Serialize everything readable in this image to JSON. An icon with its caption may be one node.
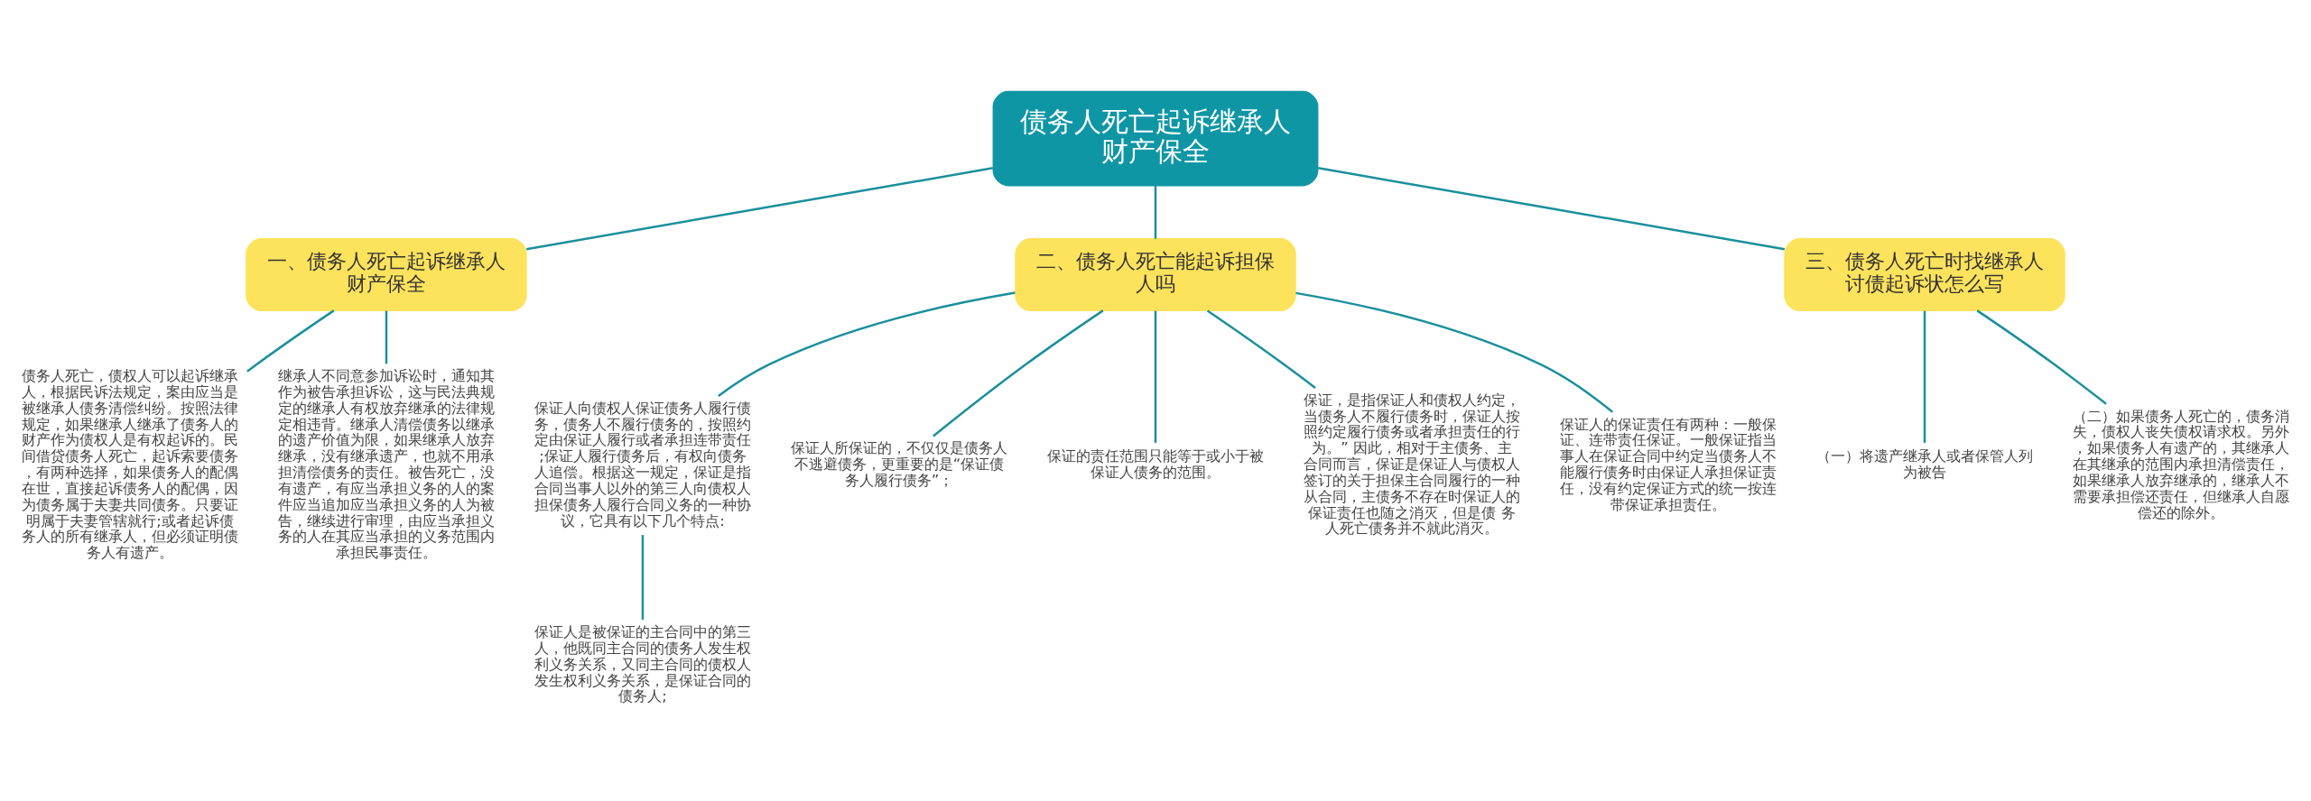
{
  "diagram": {
    "nodes": [
      {
        "text": [
          "债务人死亡起诉继承人财产保全"
        ]
      },
      {
        "text": [
          "一、债务人死亡起诉继承人财产保全"
        ]
      },
      {
        "text": [
          "债务人死亡，债权人可以起诉继承人，根据民诉法规定，案由应当是被继承人债务清偿纠纷。按照法律规定，如果继承人继承了债务人的财产作为债权人是有权起诉的。民间借贷债务人死亡，起诉索要债务，有两种选择，如果债务人的配偶在世，直接起诉债务人的配偶，因为债务属于夫妻共同债务。只要证明属于夫妻管辖就行;或者起诉债务人的所有继承人，但必须证明债务人有遗产。"
        ]
      },
      {
        "text": [
          "继承人不同意参加诉讼时，通知其作为被告承担诉讼，这与民法典规定的继承人有权放弃继承的法律规定相违背。继承人清偿债务以继承的遗产价值为限，如果继承人放弃继承，没有继承遗产，也就不用承担清偿债务的责任。被告死亡，没有遗产，有应当承担义务的人的案件应当追加应当承担义务的人为被告，继续进行审理，由应当承担义务的人在其应当承担的义务范围内承担民事责任。"
        ]
      },
      {
        "text": [
          "二、债务人死亡能起诉担保人吗"
        ]
      },
      {
        "text": [
          "保证人向债权人保证债务人履行债务，债务人不履行债务的，按照约定由保证人履行或者承担连带责任;保证人履行债务后，有权向债务人追偿。根据这一规定，保证是指合同当事人以外的第三人向债权人担保债务人履行合同义务的一种协议，它具有以下几个特点:"
        ]
      },
      {
        "text": [
          "保证人是被保证的主合同中的第三人，他既同主合同的债务人发生权利义务关系，又同主合同的债权人发生权利义务关系，是保证合同的债务人;"
        ]
      },
      {
        "text": [
          "保证人所保证的，不仅仅是债务人不逃避债务，更重要的是“保证债务人履行债务”；"
        ]
      },
      {
        "text": [
          "保证的责任范围只能等于或小于被保证人债务的范围。"
        ]
      },
      {
        "text": [
          "保证，是指保证人和债权人约定，当债务人不履行债务时，保证人按照约定履行债务或者承担责任的行为。” 因此，相对于主债务、主合同而言，保证是保证人与债权人签订的关于担保主合同履行的一种从合同，主债务不存在时保证人的保证责任也随之消灭，但是债 务人死亡债务并不就此消灭。"
        ]
      },
      {
        "text": [
          "保证人的保证责任有两种：一般保证、连带责任保证。一般保证指当事人在保证合同中约定当债务人不能履行债务时由保证人承担保证责任，没有约定保证方式的统一按连带保证承担责任。"
        ]
      },
      {
        "text": [
          "三、债务人死亡时找继承人讨债起诉状怎么写"
        ]
      },
      {
        "text": [
          "（一）将遗产继承人或者保管人列为被告"
        ]
      },
      {
        "text": [
          "（二）如果债务人死亡的，债务消失，债权人丧失债权请求权。另外，如果债务人有遗产的，其继承人在其继承的范围内承担清偿责任，如果继承人放弃继承的，继承人不需要承担偿还责任，但继承人自愿偿还的除外。"
        ]
      }
    ],
    "edges": [
      {
        "from": 0,
        "to": 1,
        "arrow": "none"
      },
      {
        "from": 1,
        "to": 2,
        "arrow": "none"
      },
      {
        "from": 1,
        "to": 3,
        "arrow": "none"
      },
      {
        "from": 0,
        "to": 4,
        "arrow": "none"
      },
      {
        "from": 4,
        "to": 5,
        "arrow": "none"
      },
      {
        "from": 5,
        "to": 6,
        "arrow": "none"
      },
      {
        "from": 4,
        "to": 7,
        "arrow": "none"
      },
      {
        "from": 4,
        "to": 8,
        "arrow": "none"
      },
      {
        "from": 4,
        "to": 9,
        "arrow": "none"
      },
      {
        "from": 4,
        "to": 10,
        "arrow": "none"
      },
      {
        "from": 0,
        "to": 11,
        "arrow": "none"
      },
      {
        "from": 11,
        "to": 12,
        "arrow": "none"
      },
      {
        "from": 11,
        "to": 13,
        "arrow": "none"
      }
    ]
  }
}
